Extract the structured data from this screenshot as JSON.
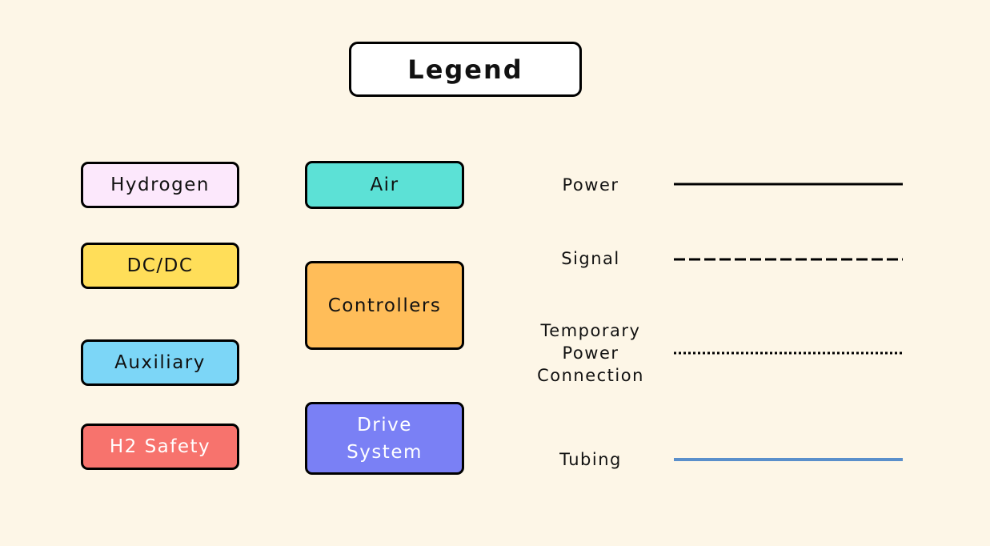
{
  "title": "Legend",
  "categories": [
    {
      "key": "hydrogen",
      "label": "Hydrogen",
      "color": "#fce8fc",
      "text_color": "#111111"
    },
    {
      "key": "dcdc",
      "label": "DC/DC",
      "color": "#ffde59",
      "text_color": "#111111"
    },
    {
      "key": "auxiliary",
      "label": "Auxiliary",
      "color": "#7cd6f7",
      "text_color": "#111111"
    },
    {
      "key": "h2-safety",
      "label": "H2 Safety",
      "color": "#f7736d",
      "text_color": "#ffffff"
    },
    {
      "key": "air",
      "label": "Air",
      "color": "#5ce1d6",
      "text_color": "#111111"
    },
    {
      "key": "controllers",
      "label": "Controllers",
      "color": "#ffbd59",
      "text_color": "#111111"
    },
    {
      "key": "drive-system",
      "label": "Drive\nSystem",
      "color": "#7a80f5",
      "text_color": "#ffffff"
    }
  ],
  "line_types": [
    {
      "key": "power",
      "label": "Power",
      "style": "solid",
      "color": "#000000"
    },
    {
      "key": "signal",
      "label": "Signal",
      "style": "dashed",
      "color": "#000000"
    },
    {
      "key": "temporary-power-connection",
      "label": "Temporary\nPower\nConnection",
      "style": "dotted",
      "color": "#000000"
    },
    {
      "key": "tubing",
      "label": "Tubing",
      "style": "solid",
      "color": "#5a8fcb"
    }
  ]
}
